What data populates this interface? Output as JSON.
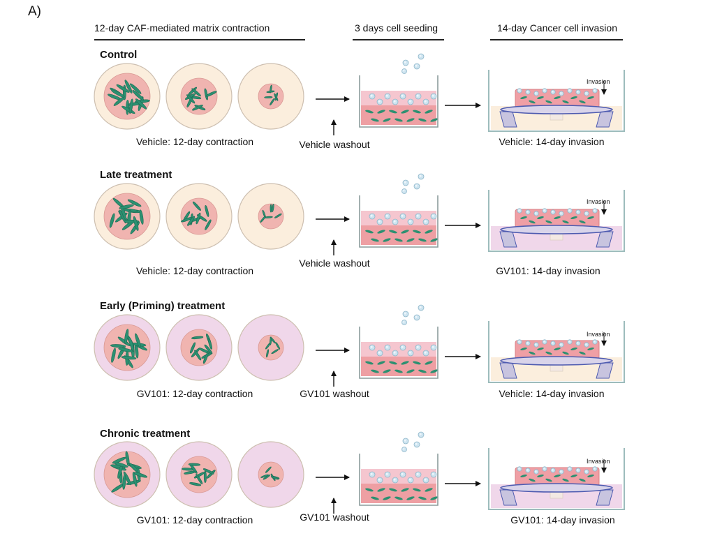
{
  "panel_label": "A)",
  "headers": [
    "12-day CAF-mediated matrix contraction",
    "3 days cell seeding",
    "14-day Cancer cell invasion"
  ],
  "invasion_label": "Invasion",
  "colors": {
    "vehicle_medium": "#fbeedd",
    "gv101_medium": "#f0d7ea",
    "gel": "#f0b4b0",
    "fibroblast": "#2c9071",
    "cancer_cell": "#cde4f0",
    "well_outline": "#9dbcbc",
    "insert_membrane": "#4e5bb0"
  },
  "rows": [
    {
      "title": "Control",
      "contraction_caption": "Vehicle: 12-day contraction",
      "washout_caption": "Vehicle washout",
      "invasion_caption": "Vehicle: 14-day invasion",
      "contraction_treatment": "vehicle",
      "invasion_treatment": "vehicle"
    },
    {
      "title": "Late treatment",
      "contraction_caption": "Vehicle: 12-day contraction",
      "washout_caption": "Vehicle washout",
      "invasion_caption": "GV101: 14-day invasion",
      "contraction_treatment": "vehicle",
      "invasion_treatment": "gv101"
    },
    {
      "title": "Early (Priming) treatment",
      "contraction_caption": "GV101: 12-day contraction",
      "washout_caption": "GV101 washout",
      "invasion_caption": "Vehicle: 14-day invasion",
      "contraction_treatment": "gv101",
      "invasion_treatment": "vehicle"
    },
    {
      "title": "Chronic treatment",
      "contraction_caption": "GV101: 12-day contraction",
      "washout_caption": "GV101 washout",
      "invasion_caption": "GV101: 14-day invasion",
      "contraction_treatment": "gv101",
      "invasion_treatment": "gv101"
    }
  ]
}
